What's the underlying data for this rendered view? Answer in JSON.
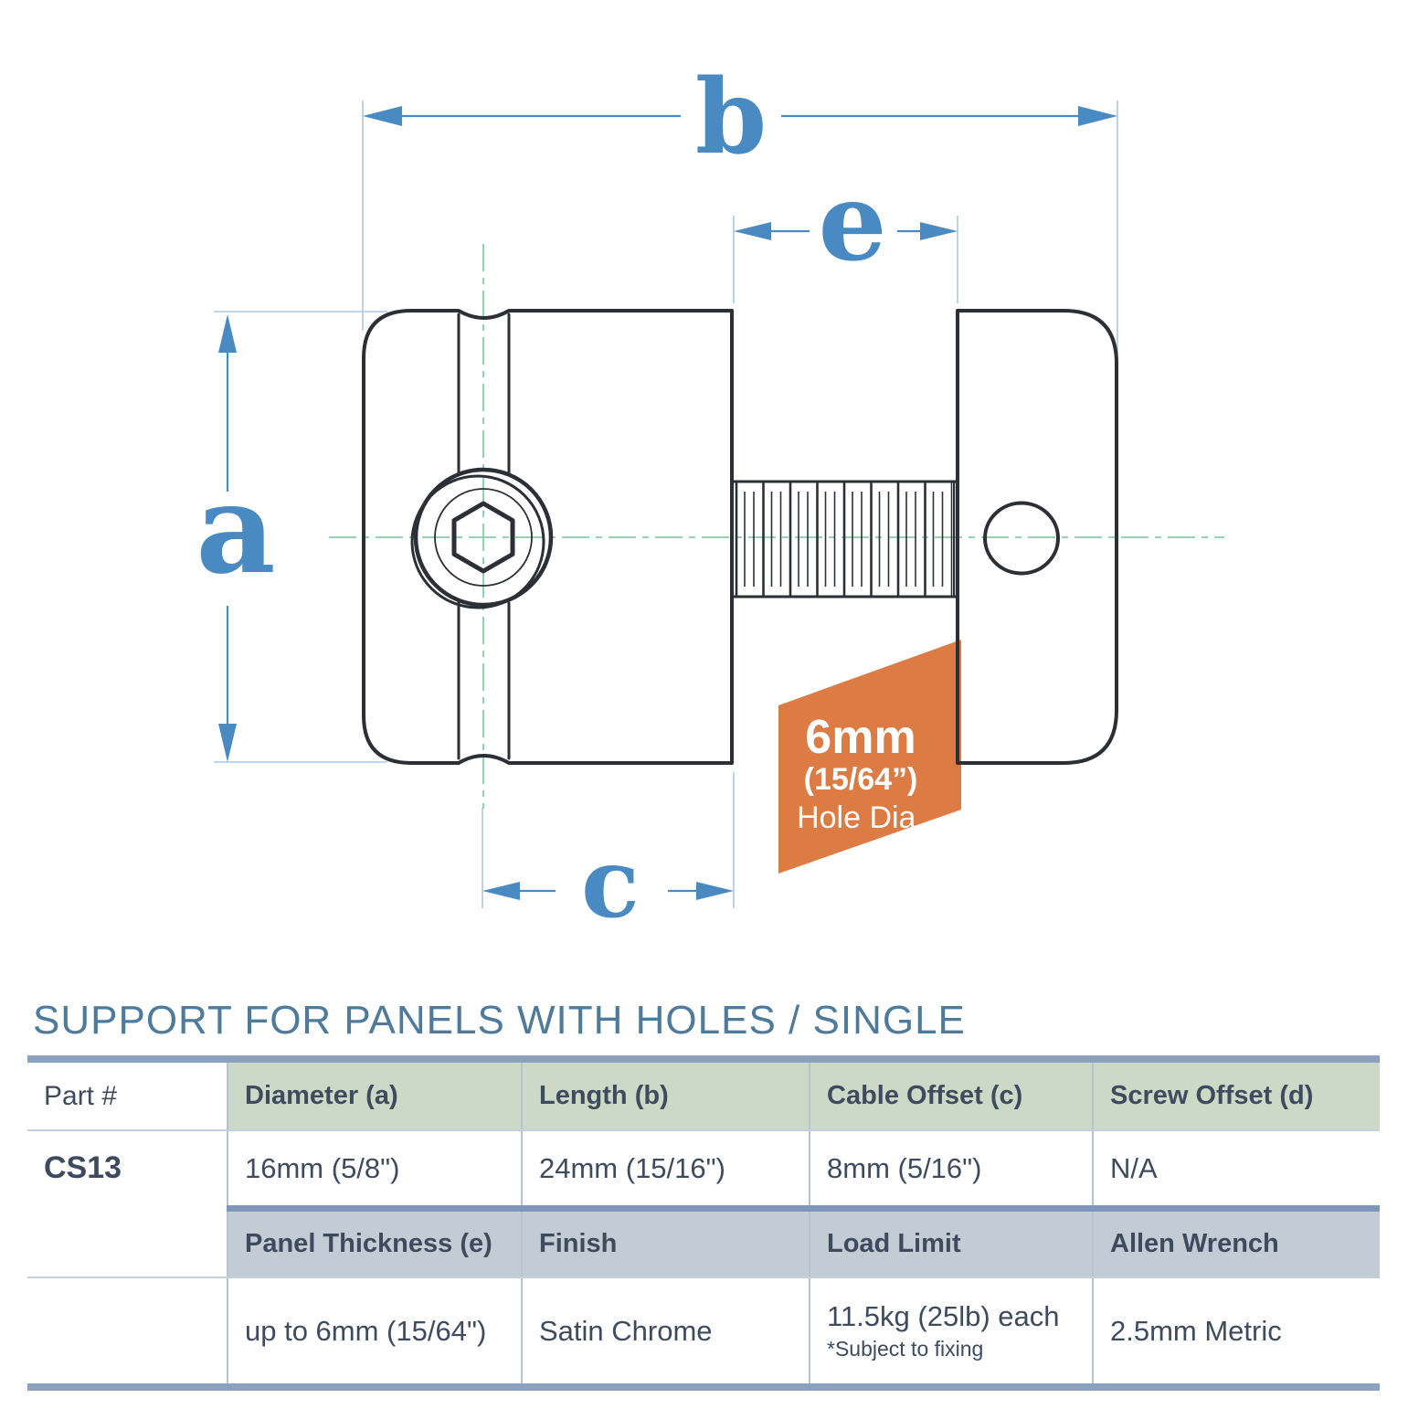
{
  "title": "SUPPORT FOR PANELS WITH HOLES / SINGLE",
  "drawing": {
    "dims": {
      "a": "a",
      "b": "b",
      "c": "c",
      "e": "e"
    },
    "badge": {
      "size": "6mm",
      "fraction": "(15/64”)",
      "caption": "Hole Dia."
    },
    "colors": {
      "dimension_blue": "#4a8ac2",
      "extension_blue": "#aac9e5",
      "centerline_green": "#8bcba8",
      "outline_dark": "#2c3036",
      "badge_orange": "#dd7b44"
    }
  },
  "table": {
    "columns": [
      "Part #",
      "Diameter (a)",
      "Length (b)",
      "Cable Offset (c)",
      "Screw Offset (d)"
    ],
    "part_number": "CS13",
    "row1": [
      "16mm (5/8\")",
      "24mm (15/16\")",
      "8mm (5/16\")",
      "N/A"
    ],
    "columns2": [
      "Panel Thickness (e)",
      "Finish",
      "Load Limit",
      "Allen Wrench"
    ],
    "row2": [
      "up to 6mm (15/64\")",
      "Satin Chrome",
      "11.5kg (25lb) each",
      "2.5mm Metric"
    ],
    "footnote": "*Subject to fixing"
  }
}
